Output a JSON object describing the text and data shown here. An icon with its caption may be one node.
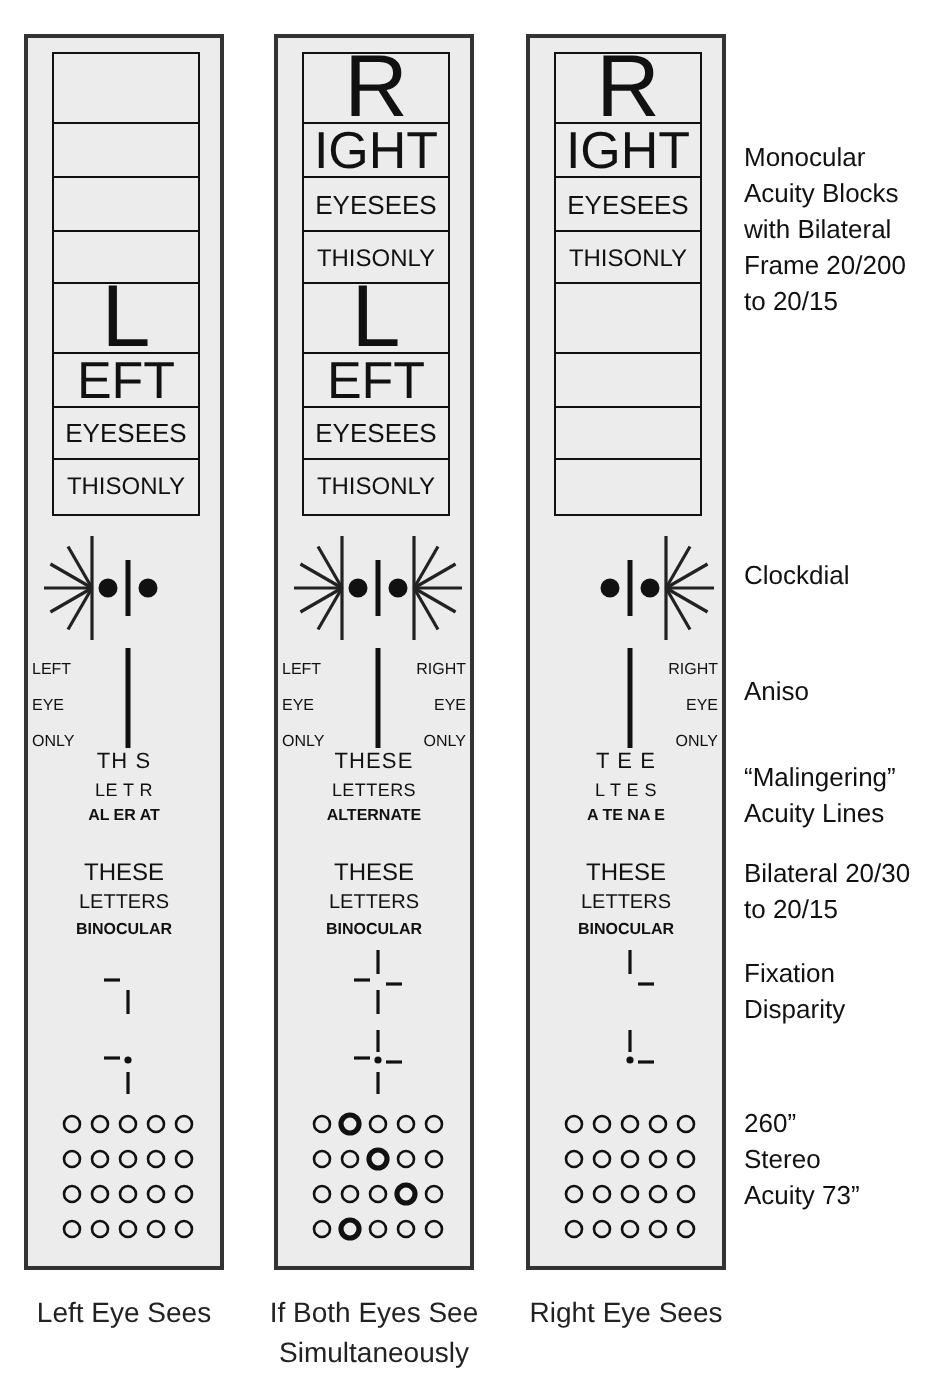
{
  "diagram": {
    "nodes": [
      {
        "text": [],
        "shape": "box",
        "beside": [
          "Left Eye Sees"
        ]
      },
      {
        "text": [],
        "shape": "box",
        "in": 0
      },
      {
        "text": [],
        "shape": "box",
        "in": 0
      },
      {
        "text": [],
        "shape": "box",
        "in": 0
      },
      {
        "text": [],
        "shape": "box",
        "in": 0
      },
      {
        "text": [
          "L"
        ],
        "in": 0
      },
      {
        "text": [
          "EFT"
        ],
        "in": 0
      },
      {
        "text": [
          "EYESEES"
        ],
        "in": 0
      },
      {
        "text": [
          "THISONLY"
        ],
        "in": 0
      },
      {
        "text": [],
        "shape": "box",
        "beside": [
          "If Both Eyes See Simultaneously"
        ]
      },
      {
        "text": [
          "R"
        ],
        "in": 9
      },
      {
        "text": [
          "IGHT"
        ],
        "in": 9
      },
      {
        "text": [
          "EYESEES"
        ],
        "in": 9
      },
      {
        "text": [
          "THISONLY"
        ],
        "in": 9
      },
      {
        "text": [
          "L"
        ],
        "in": 9
      },
      {
        "text": [
          "EFT"
        ],
        "in": 9
      },
      {
        "text": [
          "EYESEES"
        ],
        "in": 9
      },
      {
        "text": [
          "THISONLY"
        ],
        "in": 9
      },
      {
        "text": [],
        "shape": "box",
        "beside": [
          "Right Eye Sees"
        ]
      },
      {
        "text": [
          "R"
        ],
        "in": 18
      },
      {
        "text": [
          "IGHT"
        ],
        "in": 18
      },
      {
        "text": [
          "EYESEES"
        ],
        "in": 18
      },
      {
        "text": [
          "THISONLY"
        ],
        "in": 18
      },
      {
        "text": [],
        "shape": "box",
        "in": 18
      },
      {
        "text": [],
        "shape": "box",
        "in": 18
      },
      {
        "text": [],
        "shape": "box",
        "in": 18
      },
      {
        "text": [],
        "shape": "box",
        "in": 18
      }
    ],
    "labels": [
      "LEFT EYE ONLY",
      "TH S",
      "LE T R",
      "AL ER AT",
      "THESE",
      "LETTERS",
      "BINOCULAR",
      "LEFT EYE ONLY",
      "RIGHT EYE ONLY",
      "THESE",
      "LETTERS",
      "ALTERNATE",
      "THESE",
      "LETTERS",
      "BINOCULAR",
      "RIGHT EYE ONLY",
      "T E E",
      "L T E S",
      "A TE NA E",
      "THESE",
      "LETTERS",
      "BINOCULAR",
      "Monocular Acuity Blocks with Bilateral Frame 20/200 to 20/15",
      "Clockdial",
      "Aniso",
      "“Malingering” Acuity Lines",
      "Bilateral 20/30 to 20/15",
      "Fixation Disparity",
      "260” Stereo Acuity 73”"
    ]
  }
}
